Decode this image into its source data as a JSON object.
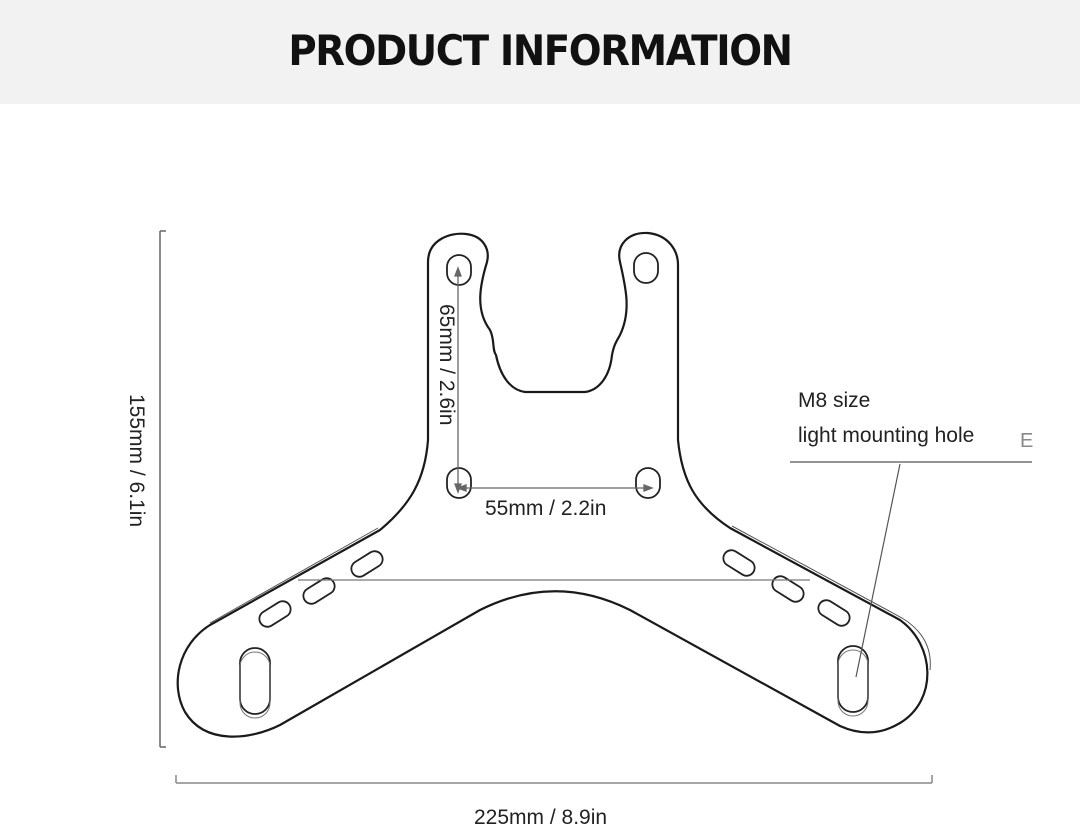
{
  "header": {
    "title": "PRODUCT INFORMATION",
    "background": "#f2f2f2"
  },
  "dimensions": {
    "height": "155mm / 6.1in",
    "width": "225mm / 8.9in",
    "hole_vertical_spacing": "65mm / 2.6in",
    "hole_horizontal_spacing": "55mm / 2.2in"
  },
  "callout": {
    "line1": "M8 size",
    "line2": "light mounting hole",
    "stray_mark": "E"
  }
}
